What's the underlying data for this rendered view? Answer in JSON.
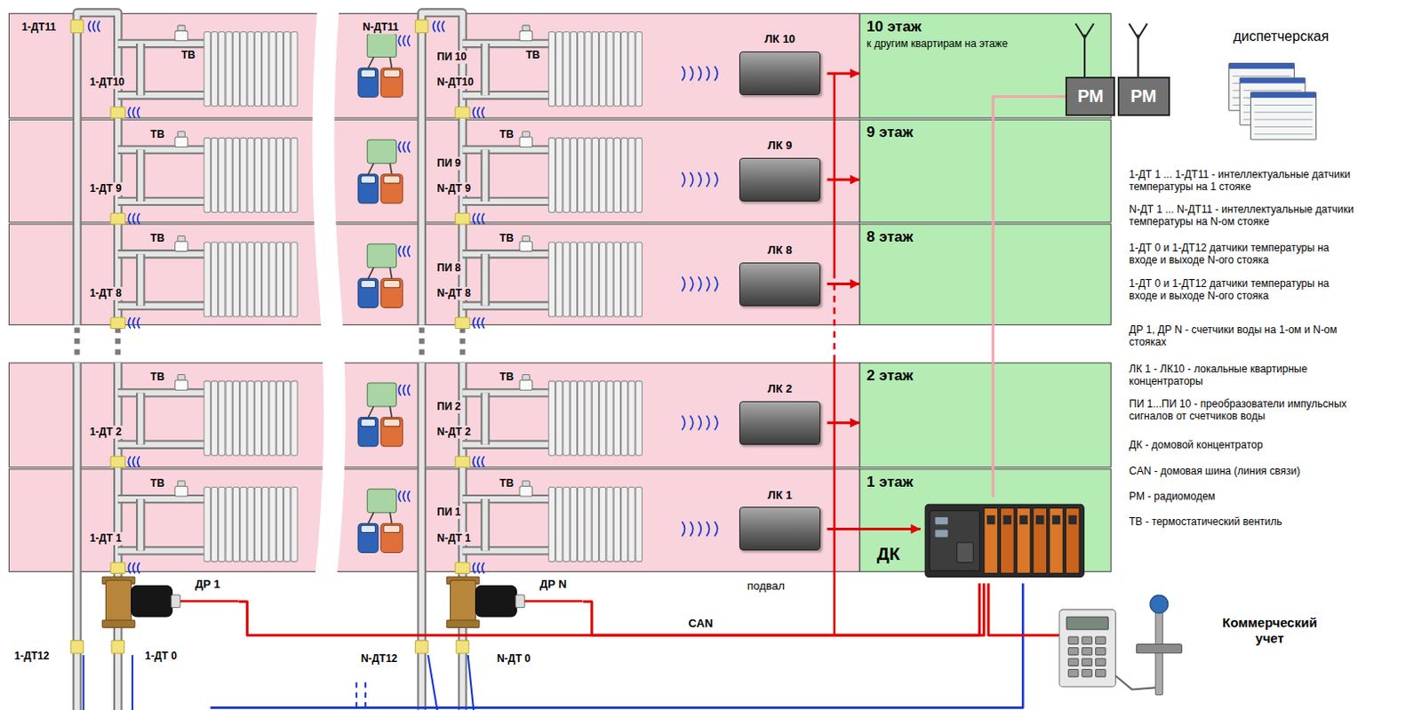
{
  "diagram": {
    "nodes": [
      {
        "text": [
          "ЛК 10"
        ]
      },
      {
        "text": [
          "10 этаж",
          "к другим квартирам на этаже"
        ]
      },
      {
        "text": [
          "РМ"
        ]
      },
      {
        "text": [
          "РМ"
        ]
      },
      {
        "text": [
          "диспетчерская"
        ]
      },
      {
        "text": [
          "ЛК 9"
        ]
      },
      {
        "text": [
          "9 этаж"
        ]
      },
      {
        "text": [
          "ЛК 8"
        ]
      },
      {
        "text": [
          "8 этаж"
        ]
      },
      {
        "text": [
          "ЛК 2"
        ]
      },
      {
        "text": [
          "2 этаж"
        ]
      },
      {
        "text": [
          "ЛК 1"
        ]
      },
      {
        "text": [
          "1 этаж"
        ]
      },
      {
        "text": [
          "ДК"
        ],
        "in": 12
      },
      {
        "text": [
          "ДР 1"
        ]
      },
      {
        "text": [
          "ДР N"
        ]
      },
      {
        "text": [
          "Коммерческий учет"
        ]
      }
    ],
    "edges": [
      {
        "from": 0,
        "to": 1,
        "arrow": "to"
      },
      {
        "from": 5,
        "to": 6,
        "arrow": "to"
      },
      {
        "from": 7,
        "to": 8,
        "arrow": "to"
      },
      {
        "from": 9,
        "to": 10,
        "arrow": "to"
      },
      {
        "from": 11,
        "to": 13,
        "arrow": "to"
      },
      {
        "from": 14,
        "to": 13,
        "arrow": "none"
      },
      {
        "from": 15,
        "to": 13,
        "arrow": "none",
        "label": "CAN"
      },
      {
        "from": 13,
        "to": 16,
        "arrow": "none"
      },
      {
        "from": 13,
        "to": 2,
        "arrow": "none"
      }
    ],
    "labels": [
      "1-ДТ11",
      "N-ДТ11",
      "ТВ",
      "1-ДТ10",
      "ТВ",
      "ПИ 10",
      "N-ДТ10",
      "ТВ",
      "1-ДТ 9",
      "ТВ",
      "ПИ 9",
      "N-ДТ 9",
      "ТВ",
      "1-ДТ 8",
      "ТВ",
      "ПИ 8",
      "N-ДТ 8",
      "ТВ",
      "1-ДТ 2",
      "ТВ",
      "ПИ 2",
      "N-ДТ 2",
      "ТВ",
      "1-ДТ 1",
      "ТВ",
      "ПИ 1",
      "N-ДТ 1",
      "подвал",
      "1-ДТ12",
      "1-ДТ 0",
      "N-ДТ12",
      "N-ДТ 0",
      "1-ДТ 1 ... 1-ДТ11 - интеллектуальные датчики температуры на 1 стояке",
      "N-ДТ 1 ... N-ДТ11 - интеллектуальные датчики температуры на N-ом стояке",
      "1-ДТ 0 и 1-ДТ12 датчики температуры на входе и выходе N-ого стояка",
      "1-ДТ 0 и 1-ДТ12 датчики температуры на входе и выходе N-ого стояка",
      "ДР 1, ДР N - счетчики воды на 1-ом и N-ом стояках",
      "ЛК 1 - ЛК10 - локальные квартирные концентраторы",
      "ПИ 1...ПИ 10 - преобразователи импульсных сигналов от счетчиков воды",
      "ДК - домовой концентратор",
      "CAN - домовая шина (линия связи)",
      "РМ - радиомодем",
      "ТВ - термостатический вентиль"
    ]
  }
}
